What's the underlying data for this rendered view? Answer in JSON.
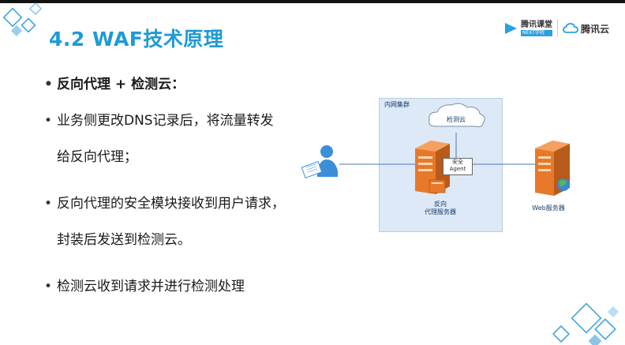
{
  "title": "4.2 WAF技术原理",
  "logos": {
    "ketang_main": "腾讯课堂",
    "ketang_sub": "NEXT学院",
    "cloud": "腾讯云"
  },
  "bullets": [
    {
      "text": "反向代理 + 检测云：",
      "bold": true
    },
    {
      "text": "业务侧更改DNS记录后，将流量转发",
      "cont": "给反向代理；"
    },
    {
      "text": "反向代理的安全模块接收到用户请求，",
      "cont": "封装后发送到检测云。"
    },
    {
      "text": "检测云收到请求并进行检测处理"
    }
  ],
  "bullet_mark": "•",
  "diagram": {
    "cluster_label": "内网集群",
    "cloud_label": "检测云",
    "agent_line1": "安全",
    "agent_line2": "Agent",
    "proxy_line1": "反向",
    "proxy_line2": "代理服务器",
    "web_label": "Web服务器"
  },
  "colors": {
    "title": "#1f9ad6",
    "cluster_bg": "#dde9f6",
    "server_orange": "#e8792a",
    "accent_blue": "#2aa0e0",
    "deco_blue": "#3aa0d8"
  }
}
